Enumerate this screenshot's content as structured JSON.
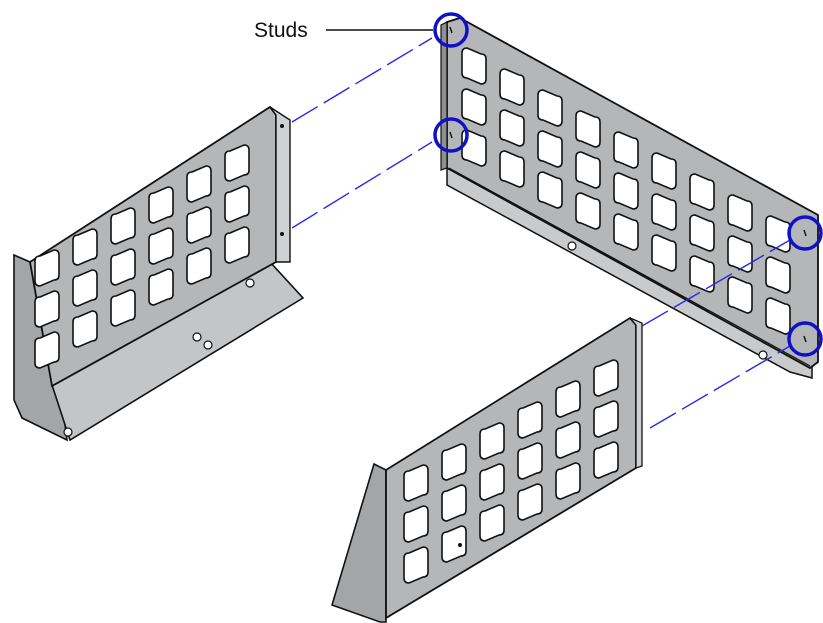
{
  "callout": {
    "label": "Studs"
  },
  "colors": {
    "panel_face": "#b4b6b8",
    "panel_top": "#d9dadb",
    "panel_shadow": "#8e9092",
    "hole": "#ffffff",
    "outline": "#111111",
    "stud_circle": "#1010c8",
    "alignment_line": "#2a2ae0"
  },
  "parts": [
    {
      "name": "left-side-bracket"
    },
    {
      "name": "rear-panel"
    },
    {
      "name": "front-side-bracket"
    }
  ],
  "studs": [
    {
      "name": "stud-rear-top-left"
    },
    {
      "name": "stud-rear-mid-left"
    },
    {
      "name": "stud-rear-right-upper"
    },
    {
      "name": "stud-rear-right-lower"
    }
  ]
}
